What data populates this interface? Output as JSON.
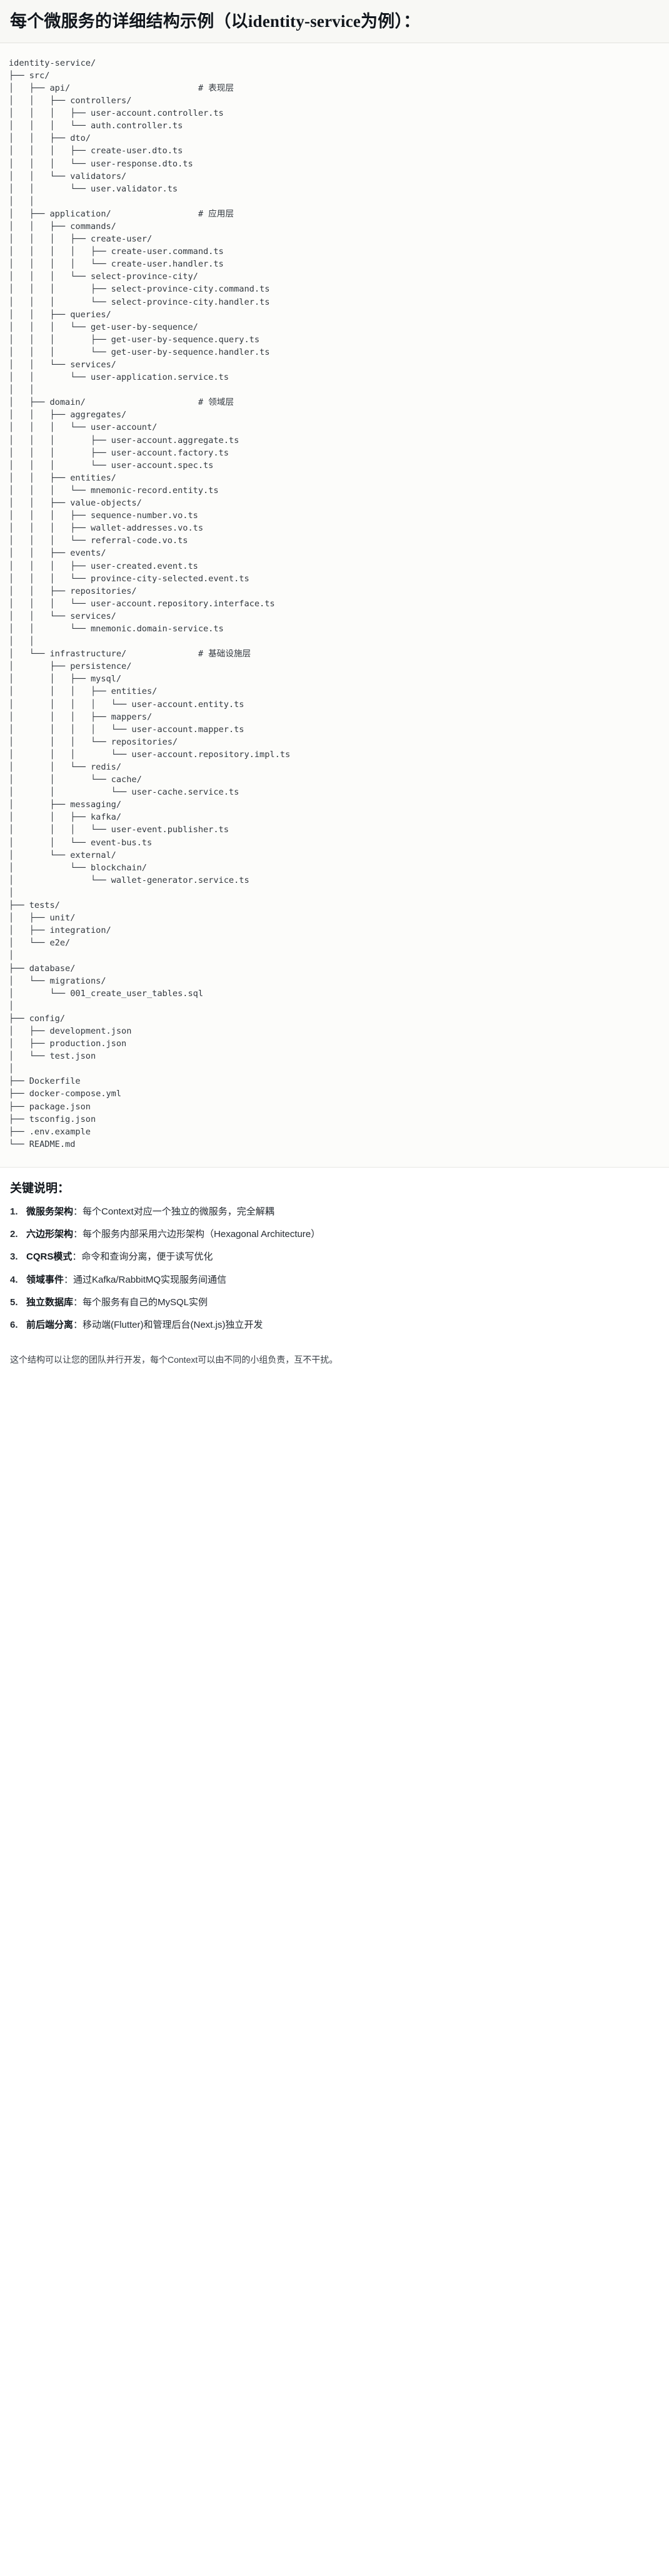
{
  "title": "每个微服务的详细结构示例（以identity-service为例）：",
  "tree": {
    "root": "identity-service/",
    "text": "identity-service/\n├── src/\n│   ├── api/                         # 表现层\n│   │   ├── controllers/\n│   │   │   ├── user-account.controller.ts\n│   │   │   └── auth.controller.ts\n│   │   ├── dto/\n│   │   │   ├── create-user.dto.ts\n│   │   │   └── user-response.dto.ts\n│   │   └── validators/\n│   │       └── user.validator.ts\n│   │\n│   ├── application/                 # 应用层\n│   │   ├── commands/\n│   │   │   ├── create-user/\n│   │   │   │   ├── create-user.command.ts\n│   │   │   │   └── create-user.handler.ts\n│   │   │   └── select-province-city/\n│   │   │       ├── select-province-city.command.ts\n│   │   │       └── select-province-city.handler.ts\n│   │   ├── queries/\n│   │   │   └── get-user-by-sequence/\n│   │   │       ├── get-user-by-sequence.query.ts\n│   │   │       └── get-user-by-sequence.handler.ts\n│   │   └── services/\n│   │       └── user-application.service.ts\n│   │\n│   ├── domain/                      # 领域层\n│   │   ├── aggregates/\n│   │   │   └── user-account/\n│   │   │       ├── user-account.aggregate.ts\n│   │   │       ├── user-account.factory.ts\n│   │   │       └── user-account.spec.ts\n│   │   ├── entities/\n│   │   │   └── mnemonic-record.entity.ts\n│   │   ├── value-objects/\n│   │   │   ├── sequence-number.vo.ts\n│   │   │   ├── wallet-addresses.vo.ts\n│   │   │   └── referral-code.vo.ts\n│   │   ├── events/\n│   │   │   ├── user-created.event.ts\n│   │   │   └── province-city-selected.event.ts\n│   │   ├── repositories/\n│   │   │   └── user-account.repository.interface.ts\n│   │   └── services/\n│   │       └── mnemonic.domain-service.ts\n│   │\n│   └── infrastructure/              # 基础设施层\n│       ├── persistence/\n│       │   ├── mysql/\n│       │   │   ├── entities/\n│       │   │   │   └── user-account.entity.ts\n│       │   │   ├── mappers/\n│       │   │   │   └── user-account.mapper.ts\n│       │   │   └── repositories/\n│       │   │       └── user-account.repository.impl.ts\n│       │   └── redis/\n│       │       └── cache/\n│       │           └── user-cache.service.ts\n│       ├── messaging/\n│       │   ├── kafka/\n│       │   │   └── user-event.publisher.ts\n│       │   └── event-bus.ts\n│       └── external/\n│           └── blockchain/\n│               └── wallet-generator.service.ts\n│\n├── tests/\n│   ├── unit/\n│   ├── integration/\n│   └── e2e/\n│\n├── database/\n│   └── migrations/\n│       └── 001_create_user_tables.sql\n│\n├── config/\n│   ├── development.json\n│   ├── production.json\n│   └── test.json\n│\n├── Dockerfile\n├── docker-compose.yml\n├── package.json\n├── tsconfig.json\n├── .env.example\n└── README.md"
  },
  "keys": {
    "heading": "关键说明：",
    "items": [
      {
        "term": "微服务架构",
        "desc": "：每个Context对应一个独立的微服务，完全解耦"
      },
      {
        "term": "六边形架构",
        "desc": "：每个服务内部采用六边形架构（Hexagonal Architecture）"
      },
      {
        "term": "CQRS模式",
        "desc": "：命令和查询分离，便于读写优化"
      },
      {
        "term": "领域事件",
        "desc": "：通过Kafka/RabbitMQ实现服务间通信"
      },
      {
        "term": "独立数据库",
        "desc": "：每个服务有自己的MySQL实例"
      },
      {
        "term": "前后端分离",
        "desc": "：移动端(Flutter)和管理后台(Next.js)独立开发"
      }
    ]
  },
  "closing": "这个结构可以让您的团队并行开发，每个Context可以由不同的小组负责，互不干扰。"
}
